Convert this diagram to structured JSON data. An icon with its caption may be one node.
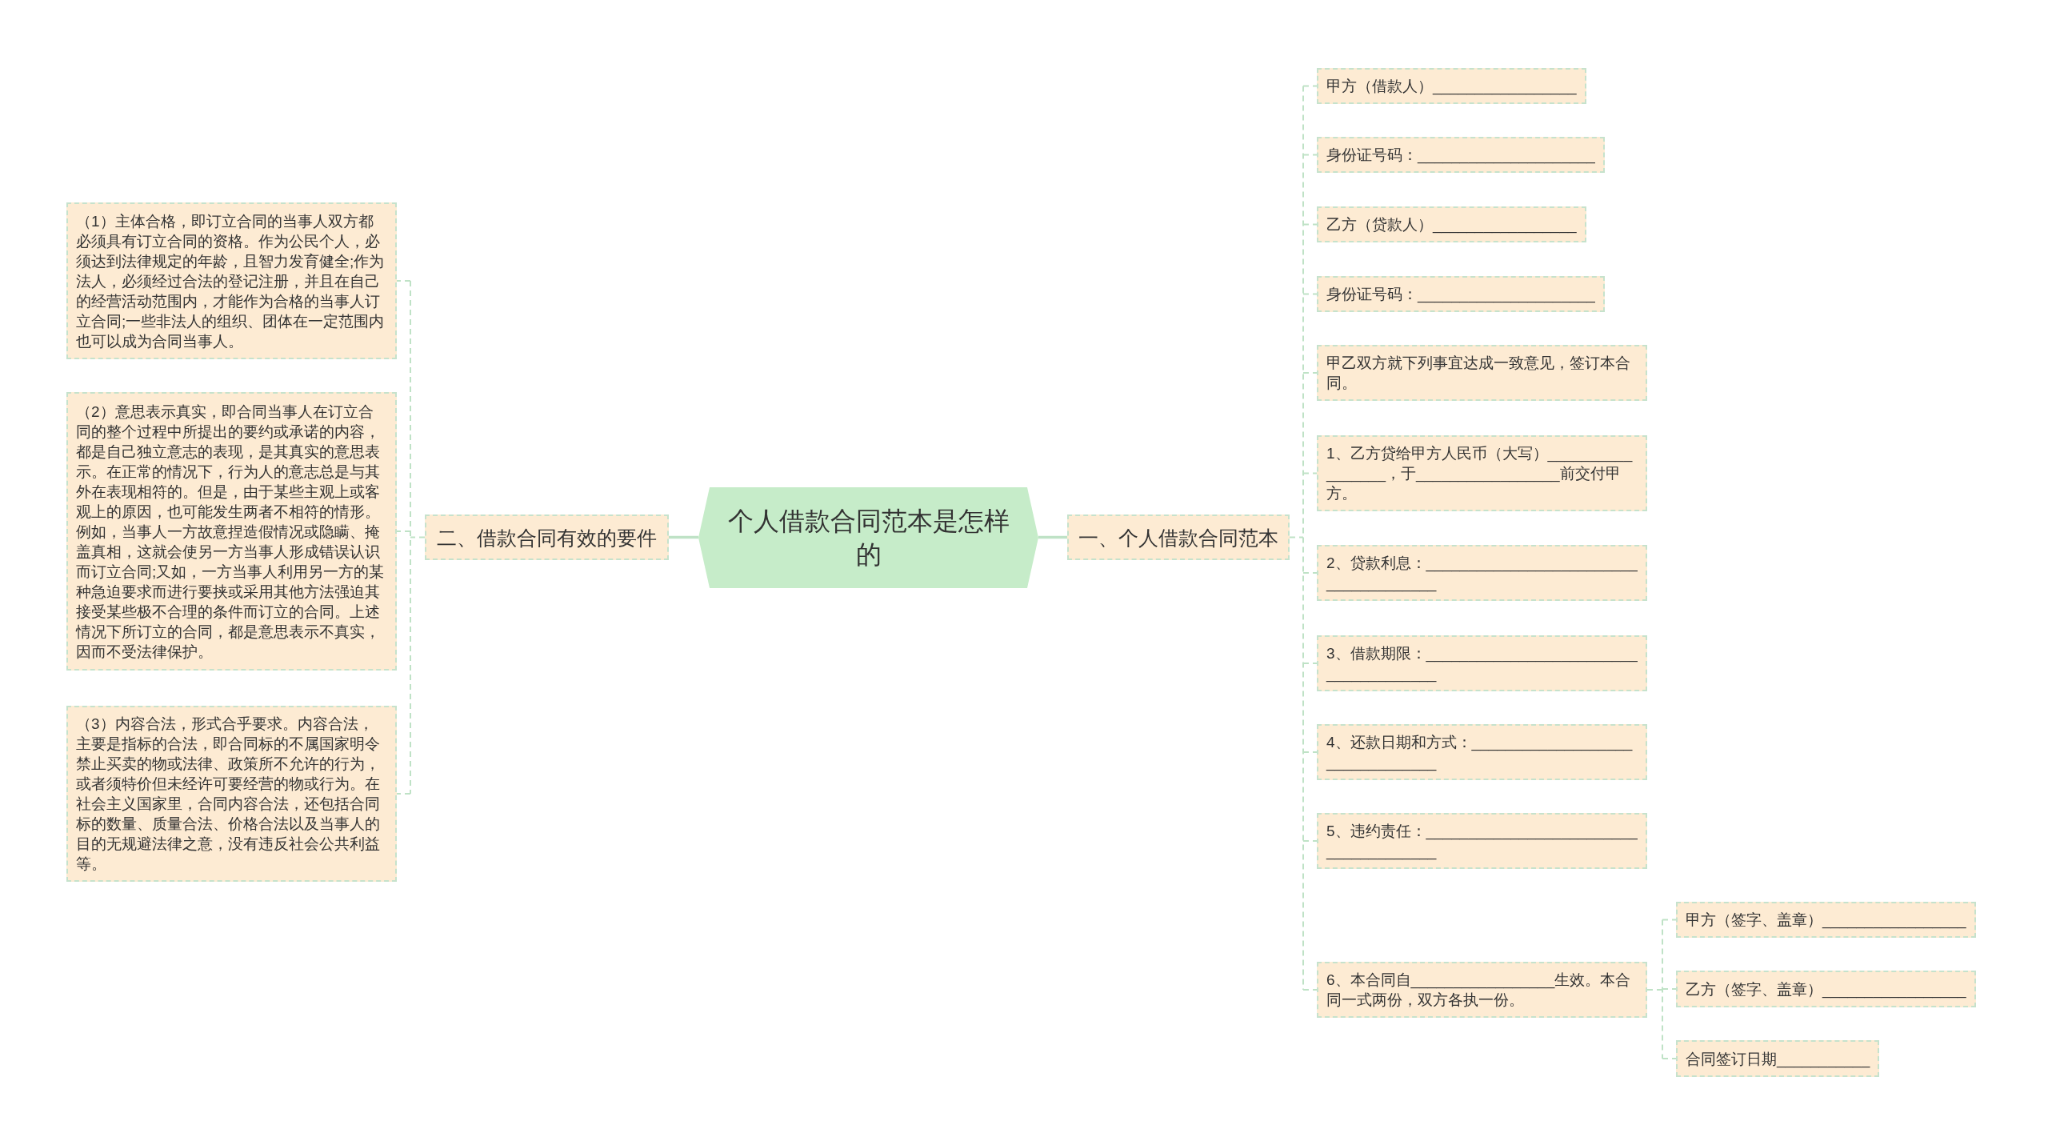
{
  "diagram": {
    "nodes": [
      {
        "text": [
          "个人借款合同范本是怎样的"
        ]
      },
      {
        "text": [
          "一、个人借款合同范本"
        ]
      },
      {
        "text": [
          "甲方（借款人）_________________"
        ]
      },
      {
        "text": [
          "身份证号码：_____________________"
        ]
      },
      {
        "text": [
          "乙方（贷款人）_________________"
        ]
      },
      {
        "text": [
          "身份证号码：_____________________"
        ]
      },
      {
        "text": [
          "甲乙双方就下列事宜达成一致意见，签订本合同。"
        ]
      },
      {
        "text": [
          "1、乙方贷给甲方人民币（大写）__________ _______，于_________________前交付甲方。"
        ]
      },
      {
        "text": [
          "2、贷款利息：_________________________ _____________"
        ]
      },
      {
        "text": [
          "3、借款期限：_________________________ _____________"
        ]
      },
      {
        "text": [
          "4、还款日期和方式：___________________ _____________"
        ]
      },
      {
        "text": [
          "5、违约责任：_________________________ _____________"
        ]
      },
      {
        "text": [
          "6、本合同自_________________生效。本合同一式两份，双方各执一份。"
        ]
      },
      {
        "text": [
          "甲方（签字、盖章）_________________"
        ]
      },
      {
        "text": [
          "乙方（签字、盖章）_________________"
        ]
      },
      {
        "text": [
          "合同签订日期___________"
        ]
      },
      {
        "text": [
          "二、借款合同有效的要件"
        ]
      },
      {
        "text": [
          "（1）主体合格，即订立合同的当事人双方都必须具有订立合同的资格。作为公民个人，必须达到法律规定的年龄，且智力发育健全;作为法人，必须经过合法的登记注册，并且在自己的经营活动范围内，才能作为合格的当事人订立合同;一些非法人的组织、团体在一定范围内也可以成为合同当事人。"
        ]
      },
      {
        "text": [
          "（2）意思表示真实，即合同当事人在订立合同的整个过程中所提出的要约或承诺的内容，都是自己独立意志的表现，是其真实的意思表示。在正常的情况下，行为人的意志总是与其外在表现相符的。但是，由于某些主观上或客观上的原因，也可能发生两者不相符的情形。例如，当事人一方故意捏造假情况或隐瞒、掩盖真相，这就会使另一方当事人形成错误认识而订立合同;又如，一方当事人利用另一方的某种急迫要求而进行要挟或采用其他方法强迫其接受某些极不合理的条件而订立的合同。上述情况下所订立的合同，都是意思表示不真实，因而不受法律保护。"
        ]
      },
      {
        "text": [
          "（3）内容合法，形式合乎要求。内容合法，主要是指标的合法，即合同标的不属国家明令禁止买卖的物或法律、政策所不允许的行为，或者须特价但未经许可要经营的物或行为。在社会主义国家里，合同内容合法，还包括合同标的数量、质量合法、价格合法以及当事人的目的无规避法律之意，没有违反社会公共利益等。"
        ]
      }
    ],
    "edges": [
      {
        "from": 0,
        "to": 1,
        "arrow": "none"
      },
      {
        "from": 0,
        "to": 16,
        "arrow": "none"
      },
      {
        "from": 1,
        "to": 2,
        "arrow": "none",
        "style": "dashed"
      },
      {
        "from": 1,
        "to": 3,
        "arrow": "none",
        "style": "dashed"
      },
      {
        "from": 1,
        "to": 4,
        "arrow": "none",
        "style": "dashed"
      },
      {
        "from": 1,
        "to": 5,
        "arrow": "none",
        "style": "dashed"
      },
      {
        "from": 1,
        "to": 6,
        "arrow": "none",
        "style": "dashed"
      },
      {
        "from": 1,
        "to": 7,
        "arrow": "none",
        "style": "dashed"
      },
      {
        "from": 1,
        "to": 8,
        "arrow": "none",
        "style": "dashed"
      },
      {
        "from": 1,
        "to": 9,
        "arrow": "none",
        "style": "dashed"
      },
      {
        "from": 1,
        "to": 10,
        "arrow": "none",
        "style": "dashed"
      },
      {
        "from": 1,
        "to": 11,
        "arrow": "none",
        "style": "dashed"
      },
      {
        "from": 1,
        "to": 12,
        "arrow": "none",
        "style": "dashed"
      },
      {
        "from": 12,
        "to": 13,
        "arrow": "none",
        "style": "dashed"
      },
      {
        "from": 12,
        "to": 14,
        "arrow": "none",
        "style": "dashed"
      },
      {
        "from": 12,
        "to": 15,
        "arrow": "none",
        "style": "dashed"
      },
      {
        "from": 16,
        "to": 17,
        "arrow": "none",
        "style": "dashed"
      },
      {
        "from": 16,
        "to": 18,
        "arrow": "none",
        "style": "dashed"
      },
      {
        "from": 16,
        "to": 19,
        "arrow": "none",
        "style": "dashed"
      }
    ]
  }
}
